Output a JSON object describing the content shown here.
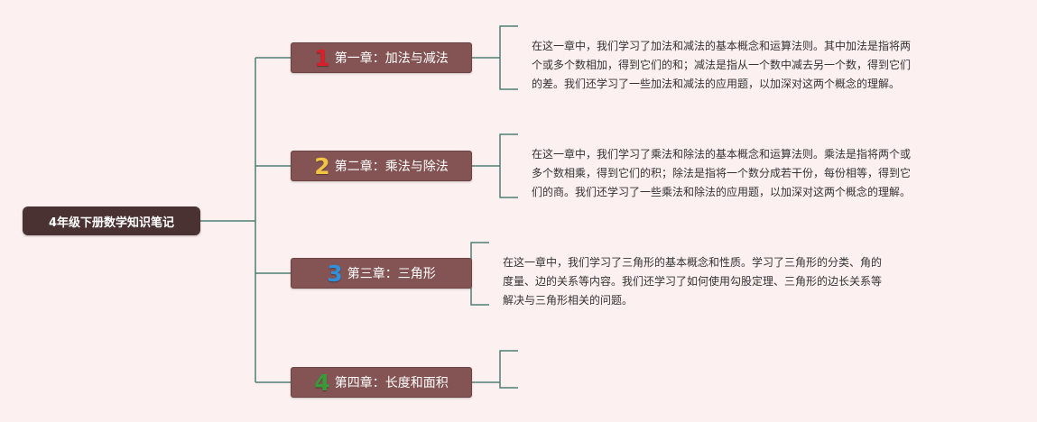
{
  "root": {
    "label": "4年级下册数学知识笔记"
  },
  "chapters": [
    {
      "number": "1",
      "number_color": "#d8202a",
      "title": "第一章：加法与减法",
      "note": [
        "在这一章中，我们学习了加法和减法的基本概念和运算法则。其中加法是指将两",
        "个或多个数相加，得到它们的和；减法是指从一个数中减去另一个数，得到它们",
        "的差。我们还学习了一些加法和减法的应用题，以加深对这两个概念的理解。"
      ]
    },
    {
      "number": "2",
      "number_color": "#f2c442",
      "title": "第二章：乘法与除法",
      "note": [
        "在这一章中，我们学习了乘法和除法的基本概念和运算法则。乘法是指将两个或",
        "多个数相乘，得到它们的积；除法是指将一个数分成若干份，每份相等，得到它",
        "们的商。我们还学习了一些乘法和除法的应用题，以加深对这两个概念的理解。"
      ]
    },
    {
      "number": "3",
      "number_color": "#2f8fd8",
      "title": "第三章：三角形",
      "note": [
        "在这一章中，我们学习了三角形的基本概念和性质。学习了三角形的分类、角的",
        "度量、边的关系等内容。我们还学习了如何使用勾股定理、三角形的边长关系等",
        "解决与三角形相关的问题。"
      ]
    },
    {
      "number": "4",
      "number_color": "#3a9a3a",
      "title": "第四章：长度和面积",
      "note": []
    }
  ],
  "colors": {
    "connector": "#4f7f74",
    "node_fill": "#845454",
    "root_fill": "#4a3232"
  }
}
